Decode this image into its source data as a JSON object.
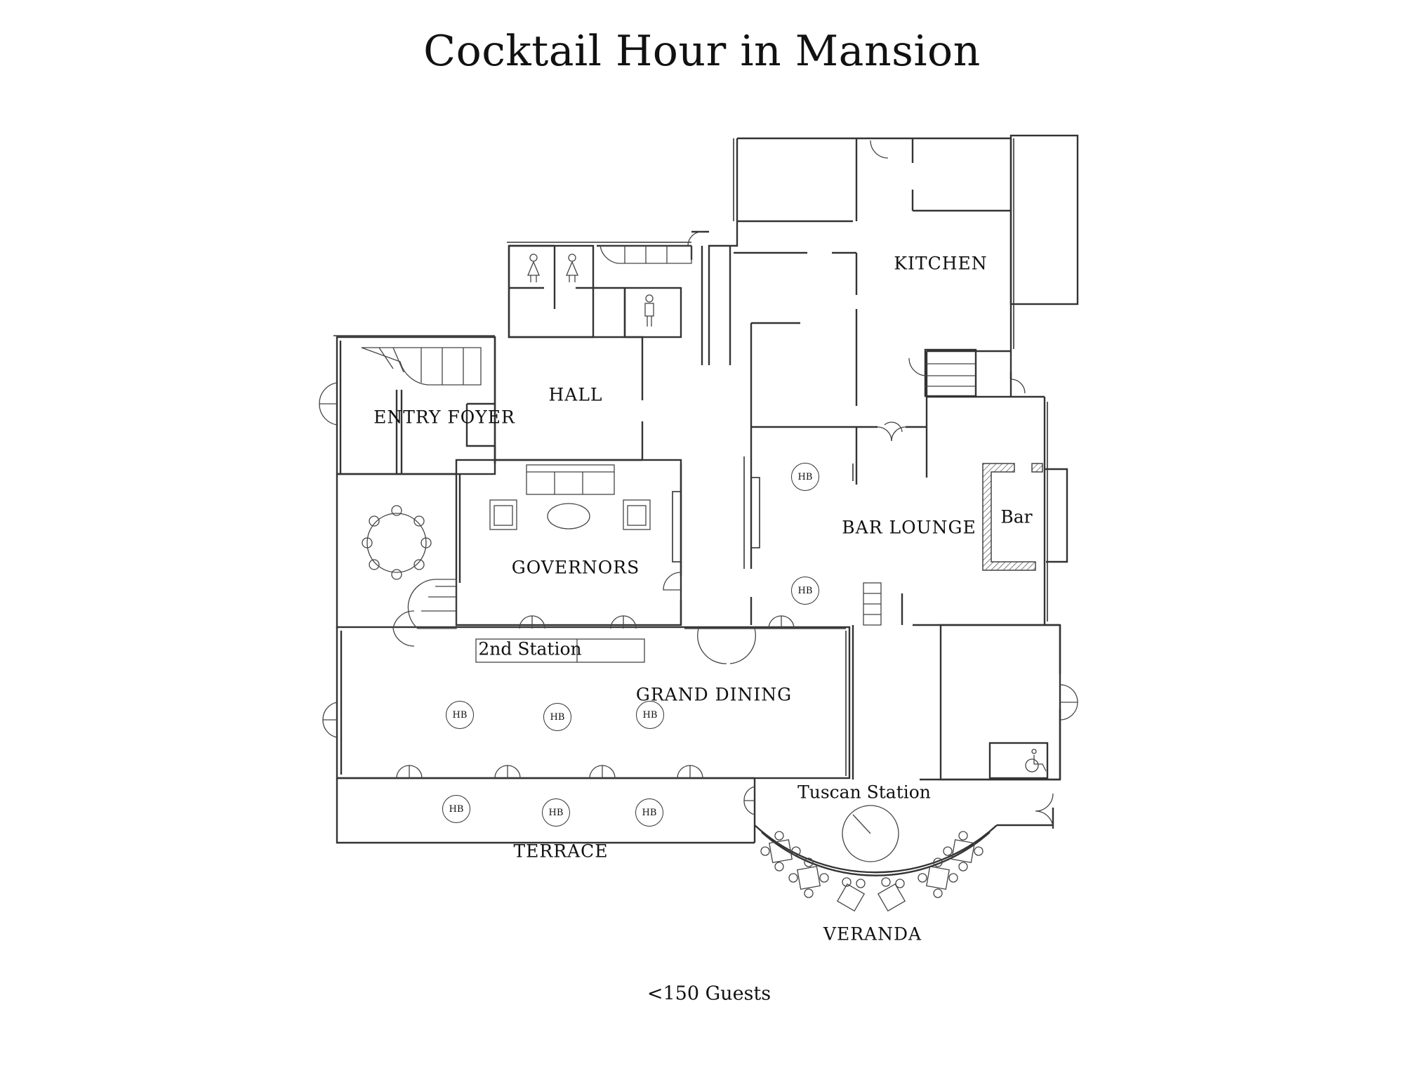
{
  "title": "Cocktail Hour in Mansion",
  "rooms": {
    "kitchen": "KITCHEN",
    "hall": "HALL",
    "entry_foyer": "ENTRY FOYER",
    "bar_lounge": "BAR LOUNGE",
    "bar": "Bar",
    "governors": "GOVERNORS",
    "grand_dining": "GRAND DINING",
    "terrace": "TERRACE",
    "veranda": "VERANDA"
  },
  "stations": {
    "second": "2nd Station",
    "tuscan": "Tuscan Station"
  },
  "markers": {
    "highboy_label": "HB",
    "highboys": [
      {
        "room": "BAR LOUNGE"
      },
      {
        "room": "BAR LOUNGE"
      },
      {
        "room": "GRAND DINING"
      },
      {
        "room": "GRAND DINING"
      },
      {
        "room": "GRAND DINING"
      },
      {
        "room": "TERRACE"
      },
      {
        "room": "TERRACE"
      },
      {
        "room": "TERRACE"
      }
    ]
  },
  "icons": [
    "restroom-women-icon",
    "restroom-women-icon",
    "restroom-men-icon",
    "accessible-icon",
    "stairs-icon"
  ],
  "capacity": "<150 Guests"
}
